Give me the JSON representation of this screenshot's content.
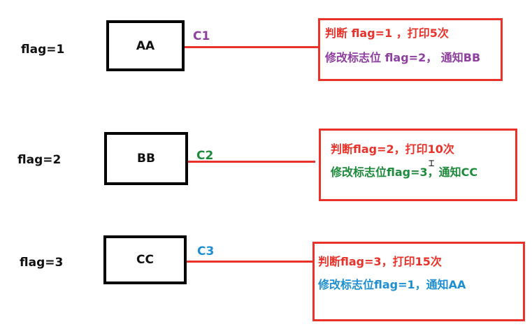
{
  "colors": {
    "red": "#e8322a",
    "purple": "#8e3fa0",
    "green": "#1e8a3c",
    "blue": "#1f8fd1",
    "black": "#111111"
  },
  "rows": [
    {
      "flag_label": "flag=1",
      "thread": "AA",
      "condition": "C1",
      "condition_color": "#8e3fa0",
      "line1": "判断 flag=1 ，打印5次",
      "line2": "修改标志位 flag=2， 通知BB",
      "line2_color": "#8e3fa0"
    },
    {
      "flag_label": "flag=2",
      "thread": "BB",
      "condition": "C2",
      "condition_color": "#1e8a3c",
      "line1": "判断flag=2，打印10次",
      "line2": "修改标志位flag=3，通知CC",
      "line2_color": "#1e8a3c"
    },
    {
      "flag_label": "flag=3",
      "thread": "CC",
      "condition": "C3",
      "condition_color": "#1f8fd1",
      "line1": "判断flag=3，打印15次",
      "line2": "修改标志位flag=1，通知AA",
      "line2_color": "#1f8fd1"
    }
  ]
}
